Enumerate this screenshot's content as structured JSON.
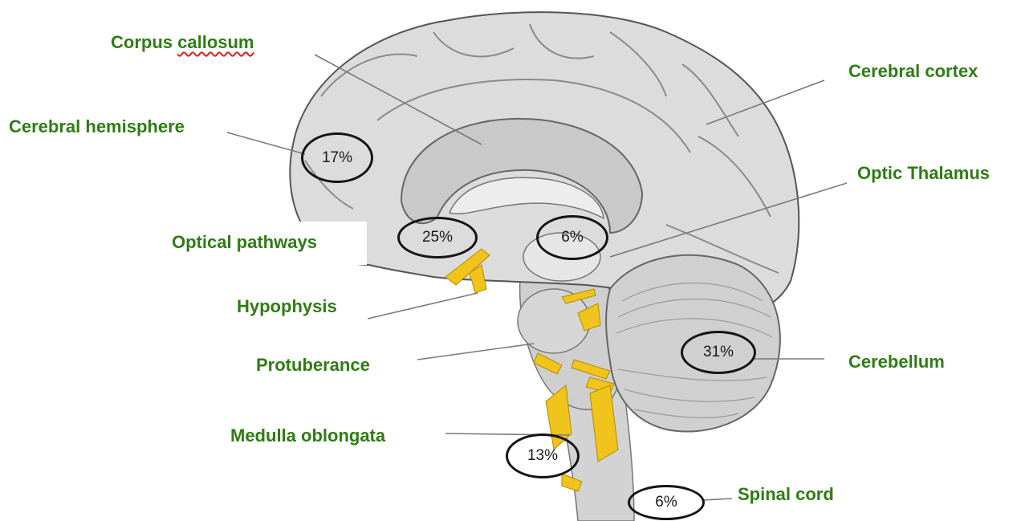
{
  "labels": {
    "corpus_callosum": {
      "word1": "Corpus",
      "word2": "callosum"
    },
    "cerebral_cortex": "Cerebral cortex",
    "cerebral_hemisphere": "Cerebral hemisphere",
    "optic_thalamus": "Optic Thalamus",
    "optical_pathways": "Optical pathways",
    "hypophysis": "Hypophysis",
    "protuberance": "Protuberance",
    "cerebellum": "Cerebellum",
    "medulla_oblongata": "Medulla oblongata",
    "spinal_cord": "Spinal cord"
  },
  "percentages": {
    "cerebral_hemisphere": "17%",
    "optical_pathways": "25%",
    "optic_thalamus": "6%",
    "cerebellum": "31%",
    "medulla_oblongata": "13%",
    "spinal_cord": "6%"
  },
  "colors": {
    "label_green": "#2e7d14",
    "brain_grey": "#d9d9d9",
    "nerve_yellow": "#f0c41a",
    "circle_black": "#141414",
    "spellcheck_red": "#e02020"
  }
}
